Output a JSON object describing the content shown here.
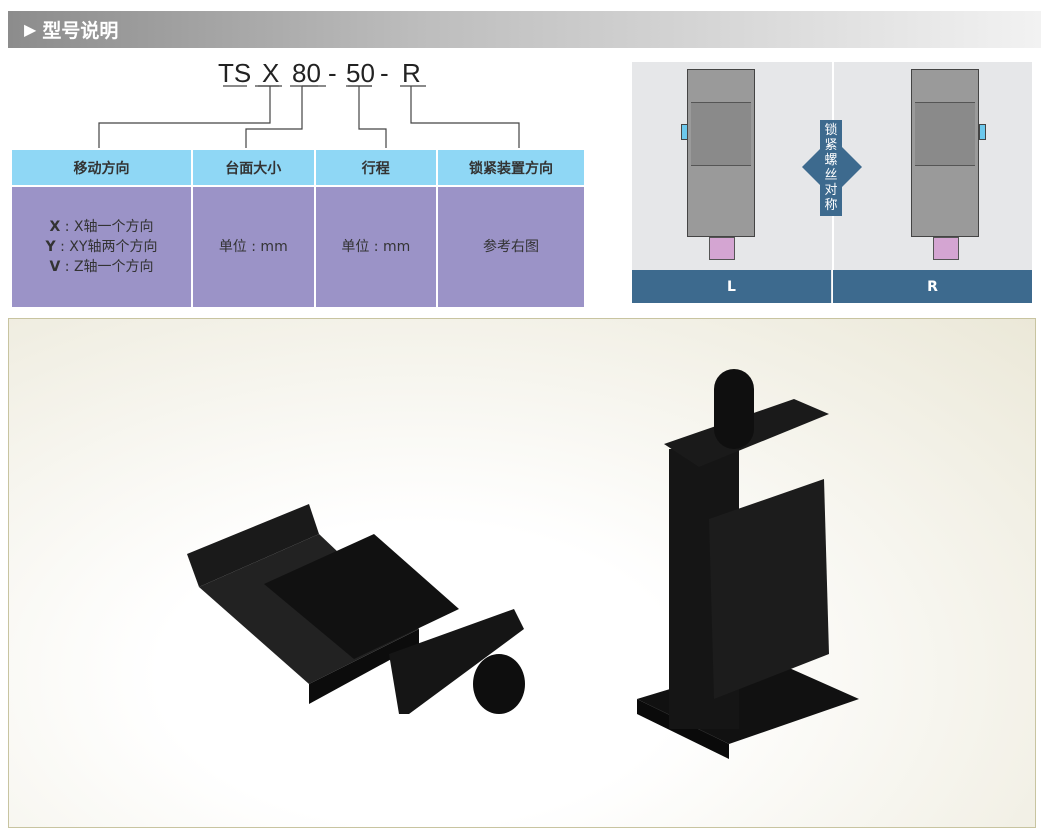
{
  "header": {
    "title": "型号说明"
  },
  "model": {
    "parts": [
      "TS",
      "X",
      "80",
      "-",
      "50",
      "-",
      "R"
    ]
  },
  "table": {
    "headers": [
      "移动方向",
      "台面大小",
      "行程",
      "锁紧装置方向"
    ],
    "direction_lines": [
      {
        "code": "X",
        "text": "X轴一个方向"
      },
      {
        "code": "Y",
        "text": "XY轴两个方向"
      },
      {
        "code": "V",
        "text": "Z轴一个方向"
      }
    ],
    "sep": " : ",
    "size": "单位 : mm",
    "stroke": "单位 : mm",
    "lock": "参考右图"
  },
  "lock_diagram": {
    "center_label": "锁紧螺丝对称",
    "left_label": "L",
    "right_label": "R"
  },
  "colors": {
    "header_cell": "#8fd7f5",
    "body_cell": "#9b93c7",
    "label_bar": "#3d6a8e"
  }
}
